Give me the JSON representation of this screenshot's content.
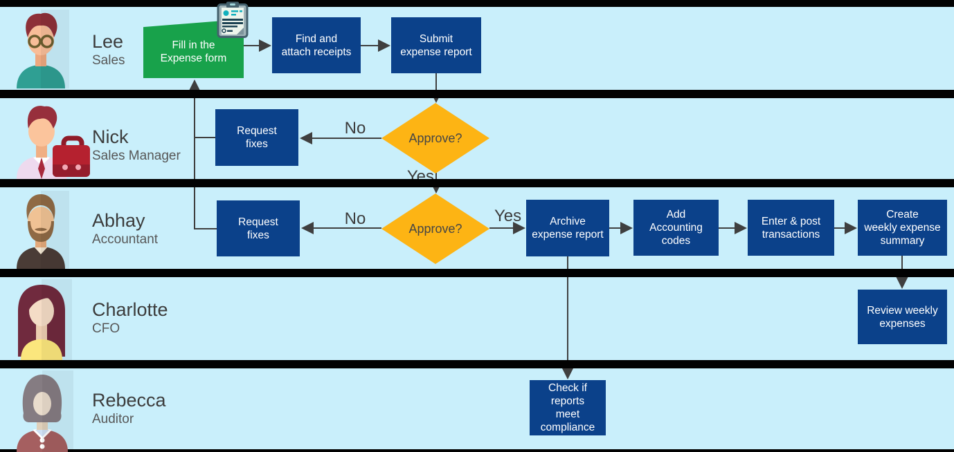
{
  "colors": {
    "lane_background": "#c9effb",
    "divider_bar": "#020202",
    "process_box": "#0b418a",
    "start_box": "#18a24b",
    "decision_diamond": "#fdb414",
    "box_text": "#ffffff",
    "connector": "#3f3f3f",
    "name_text": "#3c3c3c",
    "role_text": "#575757"
  },
  "lanes": [
    {
      "name": "Lee",
      "role": "Sales",
      "avatar": "man-glasses-teal-shirt"
    },
    {
      "name": "Nick",
      "role": "Sales Manager",
      "avatar": "man-tie-red-briefcase"
    },
    {
      "name": "Abhay",
      "role": "Accountant",
      "avatar": "man-beard-dark-sweater"
    },
    {
      "name": "Charlotte",
      "role": "CFO",
      "avatar": "woman-long-hair-yellow-top"
    },
    {
      "name": "Rebecca",
      "role": "Auditor",
      "avatar": "woman-gray-bob-red-cardigan"
    }
  ],
  "nodes": {
    "fill_form": "Fill in the\nExpense form",
    "find_receipts": "Find and\nattach receipts",
    "submit_report": "Submit\nexpense report",
    "request_fixes_manager": "Request\nfixes",
    "approve_manager": "Approve?",
    "request_fixes_accountant": "Request\nfixes",
    "approve_accountant": "Approve?",
    "archive_report": "Archive\nexpense report",
    "add_codes": "Add\nAccounting\ncodes",
    "enter_post": "Enter & post\ntransactions",
    "create_summary": "Create\nweekly expense\nsummary",
    "review_expenses": "Review weekly\nexpenses",
    "check_compliance": "Check if\nreports\nmeet\ncompliance"
  },
  "edge_labels": {
    "manager_no": "No",
    "manager_yes": "Yes",
    "accountant_no": "No",
    "accountant_yes": "Yes"
  },
  "icons": {
    "expense_form": "clipboard-document-icon"
  }
}
